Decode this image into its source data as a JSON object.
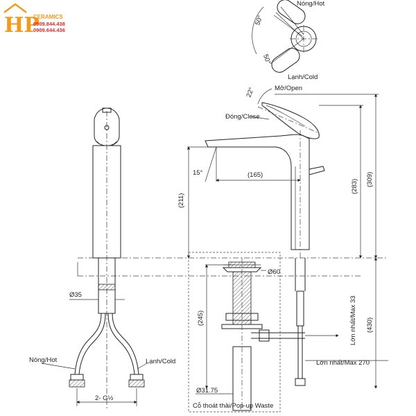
{
  "logo": {
    "brand": "HP",
    "tagline": "CERAMICS",
    "phone1": "0909.844.438",
    "phone2": "0909.644.436",
    "accent_color": "#f39a1e",
    "phone_color": "#e8262a"
  },
  "handle_view": {
    "hot_label": "Nóng/Hot",
    "cold_label": "Lạnh/Cold",
    "angle_top": "50°",
    "angle_bottom": "50°"
  },
  "side_view": {
    "open_label": "Mở/Open",
    "close_label": "Đóng/Close",
    "angle_open": "22°",
    "angle_spout": "15°",
    "spout_reach": "(165)",
    "height_spout": "(211)",
    "height_body": "(283)",
    "height_total": "(309)",
    "height_below": "(430)",
    "waste_diameter": "Ø60",
    "waste_length": "(245)",
    "tail_diameter": "Ø31.75",
    "max_33": "Lớn nhất/Max 33",
    "max_270": "Lớn nhất/Max 270",
    "waste_caption": "Cỗ thoát thải/Pop-up Waste"
  },
  "front_view": {
    "shank_diameter": "Ø35",
    "hot_label": "Nóng/Hot",
    "cold_label": "Lạnh/Cold",
    "thread": "2- G½"
  }
}
